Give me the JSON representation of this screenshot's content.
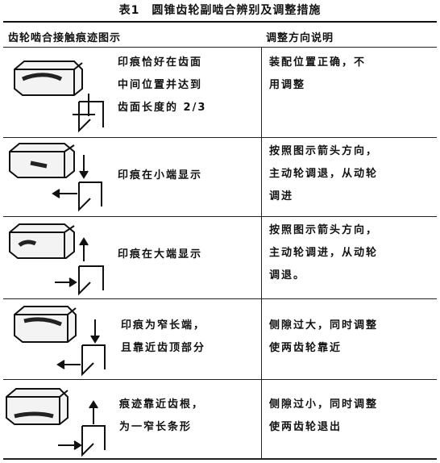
{
  "title": "表1　圆锥齿轮副啮合辨别及调整措施",
  "headers": {
    "pattern": "齿轮啮合接触痕迹图示",
    "adjustment": "调整方向说明"
  },
  "rows": [
    {
      "description": "印痕恰好在齿面\n中间位置并达到\n齿面长度的 2/3",
      "adjustment": "装配位置正确，不\n用调整"
    },
    {
      "description": "印痕在小端显示",
      "adjustment": "按照图示箭头方向，\n主动轮调退，从动轮\n调进"
    },
    {
      "description": "印痕在大端显示",
      "adjustment": "按照图示箭头方向，\n主动轮调进，从动轮\n调退。"
    },
    {
      "description": "印痕为窄长端，\n且靠近齿顶部分",
      "adjustment": "侧隙过大，同时调整\n使两齿轮靠近"
    },
    {
      "description": "痕迹靠近齿根，\n为一窄长条形",
      "adjustment": "侧隙过小，同时调整\n使两齿轮退出"
    }
  ]
}
